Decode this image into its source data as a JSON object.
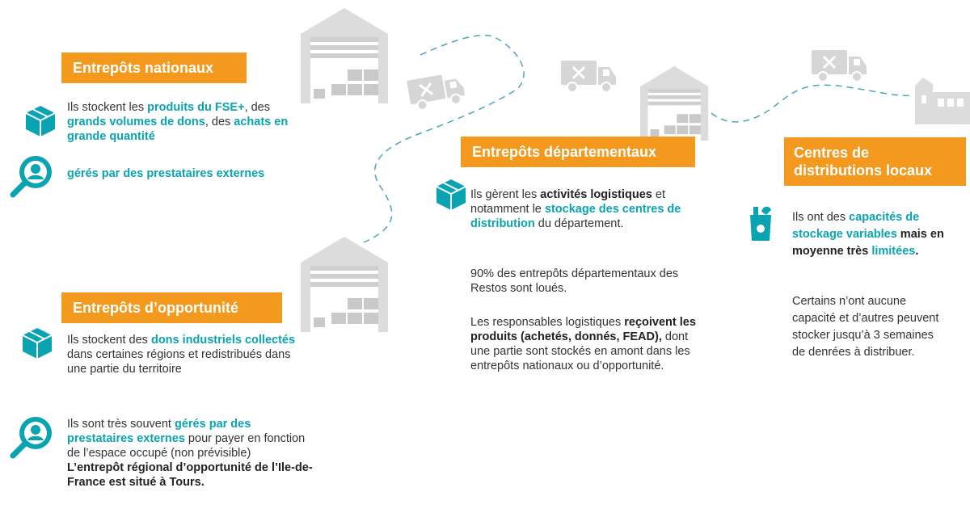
{
  "colors": {
    "accent": "#f39a1e",
    "teal": "#0aa3b1",
    "text": "#333333",
    "grey": "#d4d4d4"
  },
  "national": {
    "title": "Entrepôts nationaux",
    "desc": [
      {
        "t": "Ils stockent les ",
        "s": "n"
      },
      {
        "t": "produits du FSE+",
        "s": "h"
      },
      {
        "t": ", des ",
        "s": "n"
      },
      {
        "t": "grands volumes de dons",
        "s": "h"
      },
      {
        "t": ", des ",
        "s": "n"
      },
      {
        "t": "achats en grande quantité",
        "s": "h"
      }
    ],
    "managed": [
      {
        "t": "gérés par des prestataires externes",
        "s": "h"
      }
    ]
  },
  "opportunity": {
    "title": "Entrepôts d’opportunité",
    "desc": [
      {
        "t": "Ils stockent des ",
        "s": "n"
      },
      {
        "t": "dons industriels collectés",
        "s": "h"
      },
      {
        "t": " dans certaines régions et redistribués dans une partie du territoire",
        "s": "n"
      }
    ],
    "managed": [
      {
        "t": "Ils sont très souvent ",
        "s": "n"
      },
      {
        "t": "gérés par des prestataires externes",
        "s": "h"
      },
      {
        "t": " pour payer en fonction de l’espace occupé (non prévisible)",
        "s": "n"
      }
    ],
    "note": "L’entrepôt régional d’opportunité de l’Ile-de-France est situé à Tours."
  },
  "departmental": {
    "title": "Entrepôts départementaux",
    "desc": [
      {
        "t": "Ils gèrent les ",
        "s": "n"
      },
      {
        "t": "activités logistiques",
        "s": "b"
      },
      {
        "t": " et notamment le ",
        "s": "n"
      },
      {
        "t": "stockage des centres de distribution",
        "s": "h"
      },
      {
        "t": " du département.",
        "s": "n"
      }
    ],
    "rented": "90% des entrepôts départementaux des Restos sont loués.",
    "responsables": [
      {
        "t": "Les responsables logistiques ",
        "s": "n"
      },
      {
        "t": "reçoivent les produits (achetés, donnés, FEAD),",
        "s": "b"
      },
      {
        "t": " dont une partie sont stockés en amont dans les entrepôts nationaux ou d’opportunité.",
        "s": "n"
      }
    ]
  },
  "local": {
    "title": "Centres de distributions locaux",
    "desc": [
      {
        "t": "Ils ont des ",
        "s": "n"
      },
      {
        "t": "capacités de stockage variables",
        "s": "h"
      },
      {
        "t": " mais en moyenne très ",
        "s": "b"
      },
      {
        "t": "limitées",
        "s": "h"
      },
      {
        "t": ".",
        "s": "b"
      }
    ],
    "capacity": "Certains n’ont  aucune capacité et d’autres peuvent stocker jusqu’à 3 semaines de denrées à distribuer."
  },
  "icons": [
    "box-icon",
    "person-magnifier-icon",
    "warehouse-icon",
    "delivery-truck-icon",
    "grocery-bag-icon",
    "factory-icon"
  ]
}
